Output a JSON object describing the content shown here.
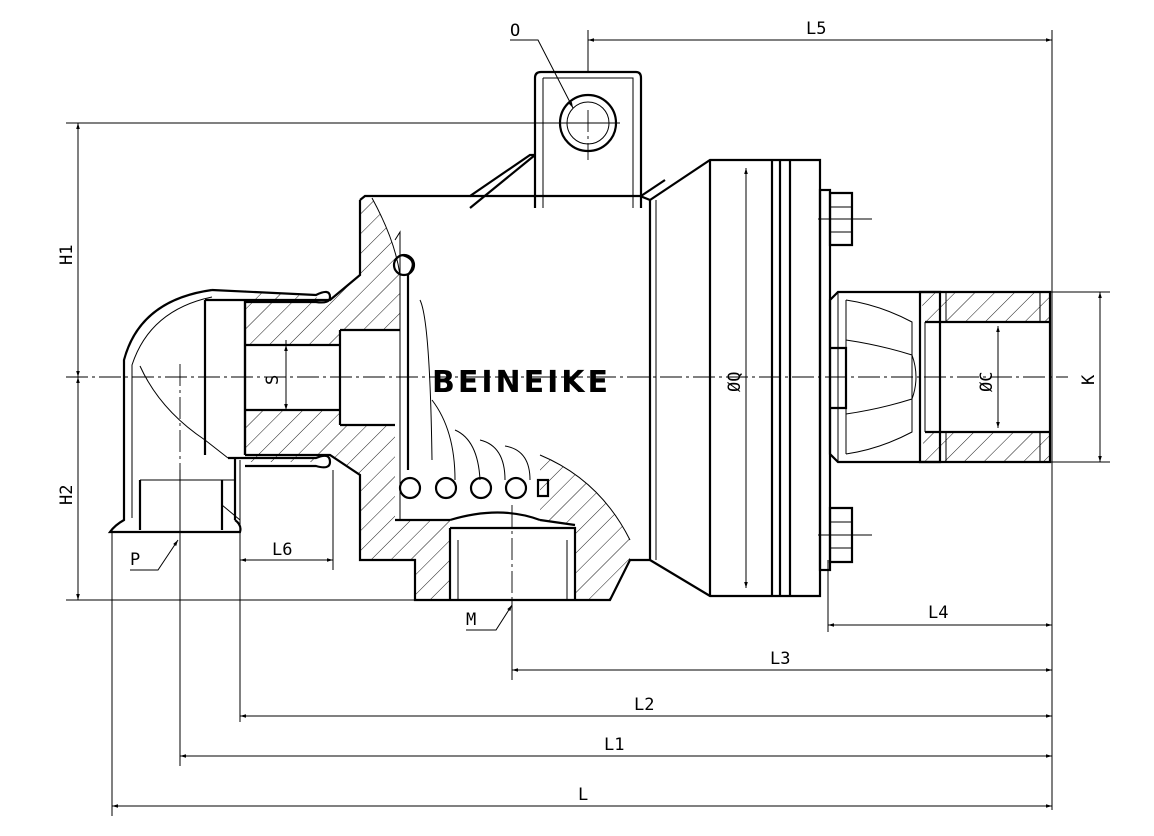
{
  "brand": "BEINEIKE",
  "labels": {
    "O": "O",
    "L5": "L5",
    "H1": "H1",
    "H2": "H2",
    "S": "S",
    "Q": "ØQ",
    "C": "ØC",
    "K": "K",
    "P": "P",
    "M": "M",
    "L6": "L6",
    "L4": "L4",
    "L3": "L3",
    "L2": "L2",
    "L1": "L1",
    "L": "L"
  }
}
